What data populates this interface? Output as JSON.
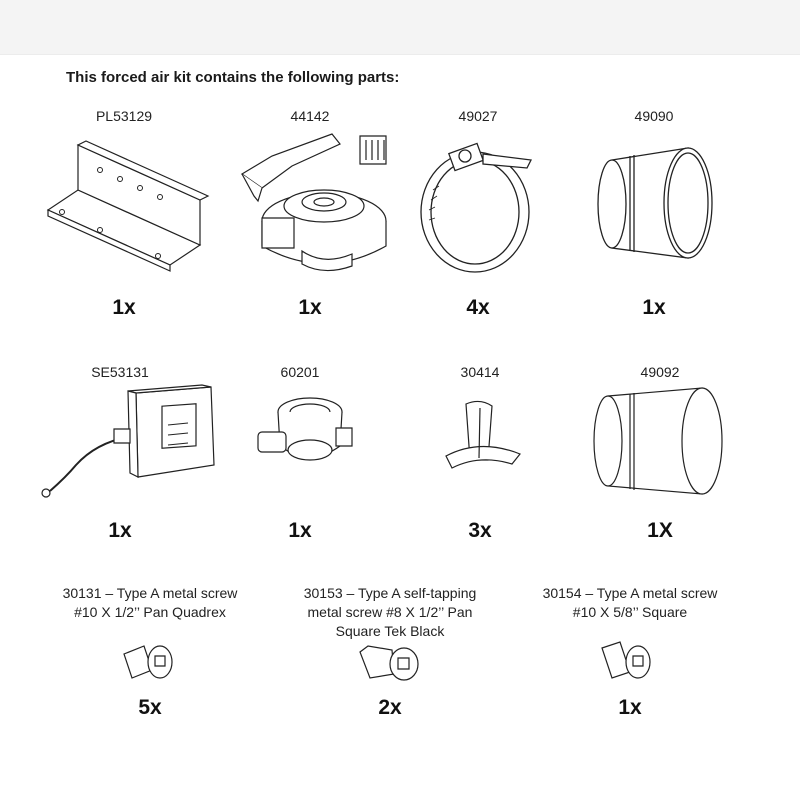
{
  "heading": "This forced air kit contains the following parts:",
  "parts": [
    {
      "number": "PL53129",
      "qty": "1x",
      "icon": "bracket-icon"
    },
    {
      "number": "44142",
      "qty": "1x",
      "icon": "inline-fan-icon"
    },
    {
      "number": "49027",
      "qty": "4x",
      "icon": "hose-clamp-icon"
    },
    {
      "number": "49090",
      "qty": "1x",
      "icon": "duct-coupler-icon"
    },
    {
      "number": "SE53131",
      "qty": "1x",
      "icon": "control-box-icon"
    },
    {
      "number": "60201",
      "qty": "1x",
      "icon": "duct-fitting-icon"
    },
    {
      "number": "30414",
      "qty": "3x",
      "icon": "plastic-anchor-icon"
    },
    {
      "number": "49092",
      "qty": "1X",
      "icon": "large-duct-coupler-icon"
    }
  ],
  "screws": [
    {
      "label_line1": "30131 – Type A metal screw",
      "label_line2": "#10 X 1/2’’ Pan Quadrex",
      "label_line3": "",
      "qty": "5x",
      "icon": "pan-screw-icon"
    },
    {
      "label_line1": "30153 – Type A self-tapping",
      "label_line2": "metal screw #8 X 1/2’’ Pan",
      "label_line3": "Square Tek Black",
      "qty": "2x",
      "icon": "tek-screw-icon"
    },
    {
      "label_line1": "30154 – Type A metal screw",
      "label_line2": "#10 X 5/8’’ Square",
      "label_line3": "",
      "qty": "1x",
      "icon": "square-screw-icon"
    }
  ]
}
